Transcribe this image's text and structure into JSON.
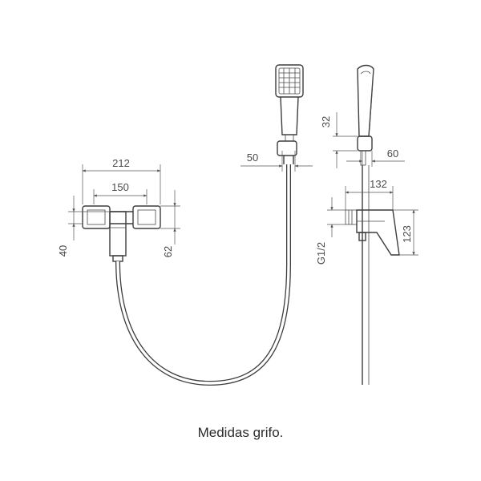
{
  "caption": "Medidas grifo.",
  "dimensions": {
    "total_width": "212",
    "connection_spacing": "150",
    "body_height_left": "40",
    "body_depth": "62",
    "handshower_width": "50",
    "holder_height": "32",
    "holder_offset": "60",
    "projection": "132",
    "mixer_height": "123",
    "thread": "G1/2"
  }
}
